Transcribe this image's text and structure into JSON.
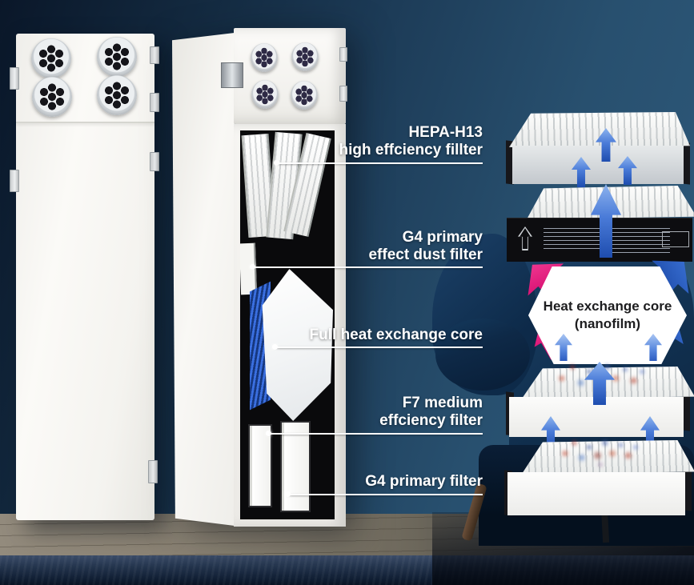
{
  "product_diagram": {
    "callouts": [
      {
        "id": "hepa-h13",
        "lines": [
          "HEPA-H13",
          "high effciency fillter"
        ]
      },
      {
        "id": "g4-dust",
        "lines": [
          "G4 primary",
          "effect dust filter"
        ]
      },
      {
        "id": "heat-core",
        "lines": [
          "Full heat exchange core"
        ]
      },
      {
        "id": "f7-medium",
        "lines": [
          "F7 medium",
          "effciency filter"
        ]
      },
      {
        "id": "g4-primary",
        "lines": [
          "G4 primary filter"
        ]
      }
    ],
    "hexagon": {
      "line1": "Heat exchange core",
      "line2": "(nanofilm)"
    }
  },
  "colors": {
    "wall_dark": "#0a1729",
    "wall_light": "#2f5b7d",
    "label_text": "#ffffff",
    "arrow_blue": "#2a5cc0",
    "arrow_magenta": "#e8127d",
    "hexagon_bg": "#ffffff",
    "hexagon_text": "#1d1d1f",
    "core_blue": "#2e64d4",
    "chair_navy": "#123252"
  }
}
